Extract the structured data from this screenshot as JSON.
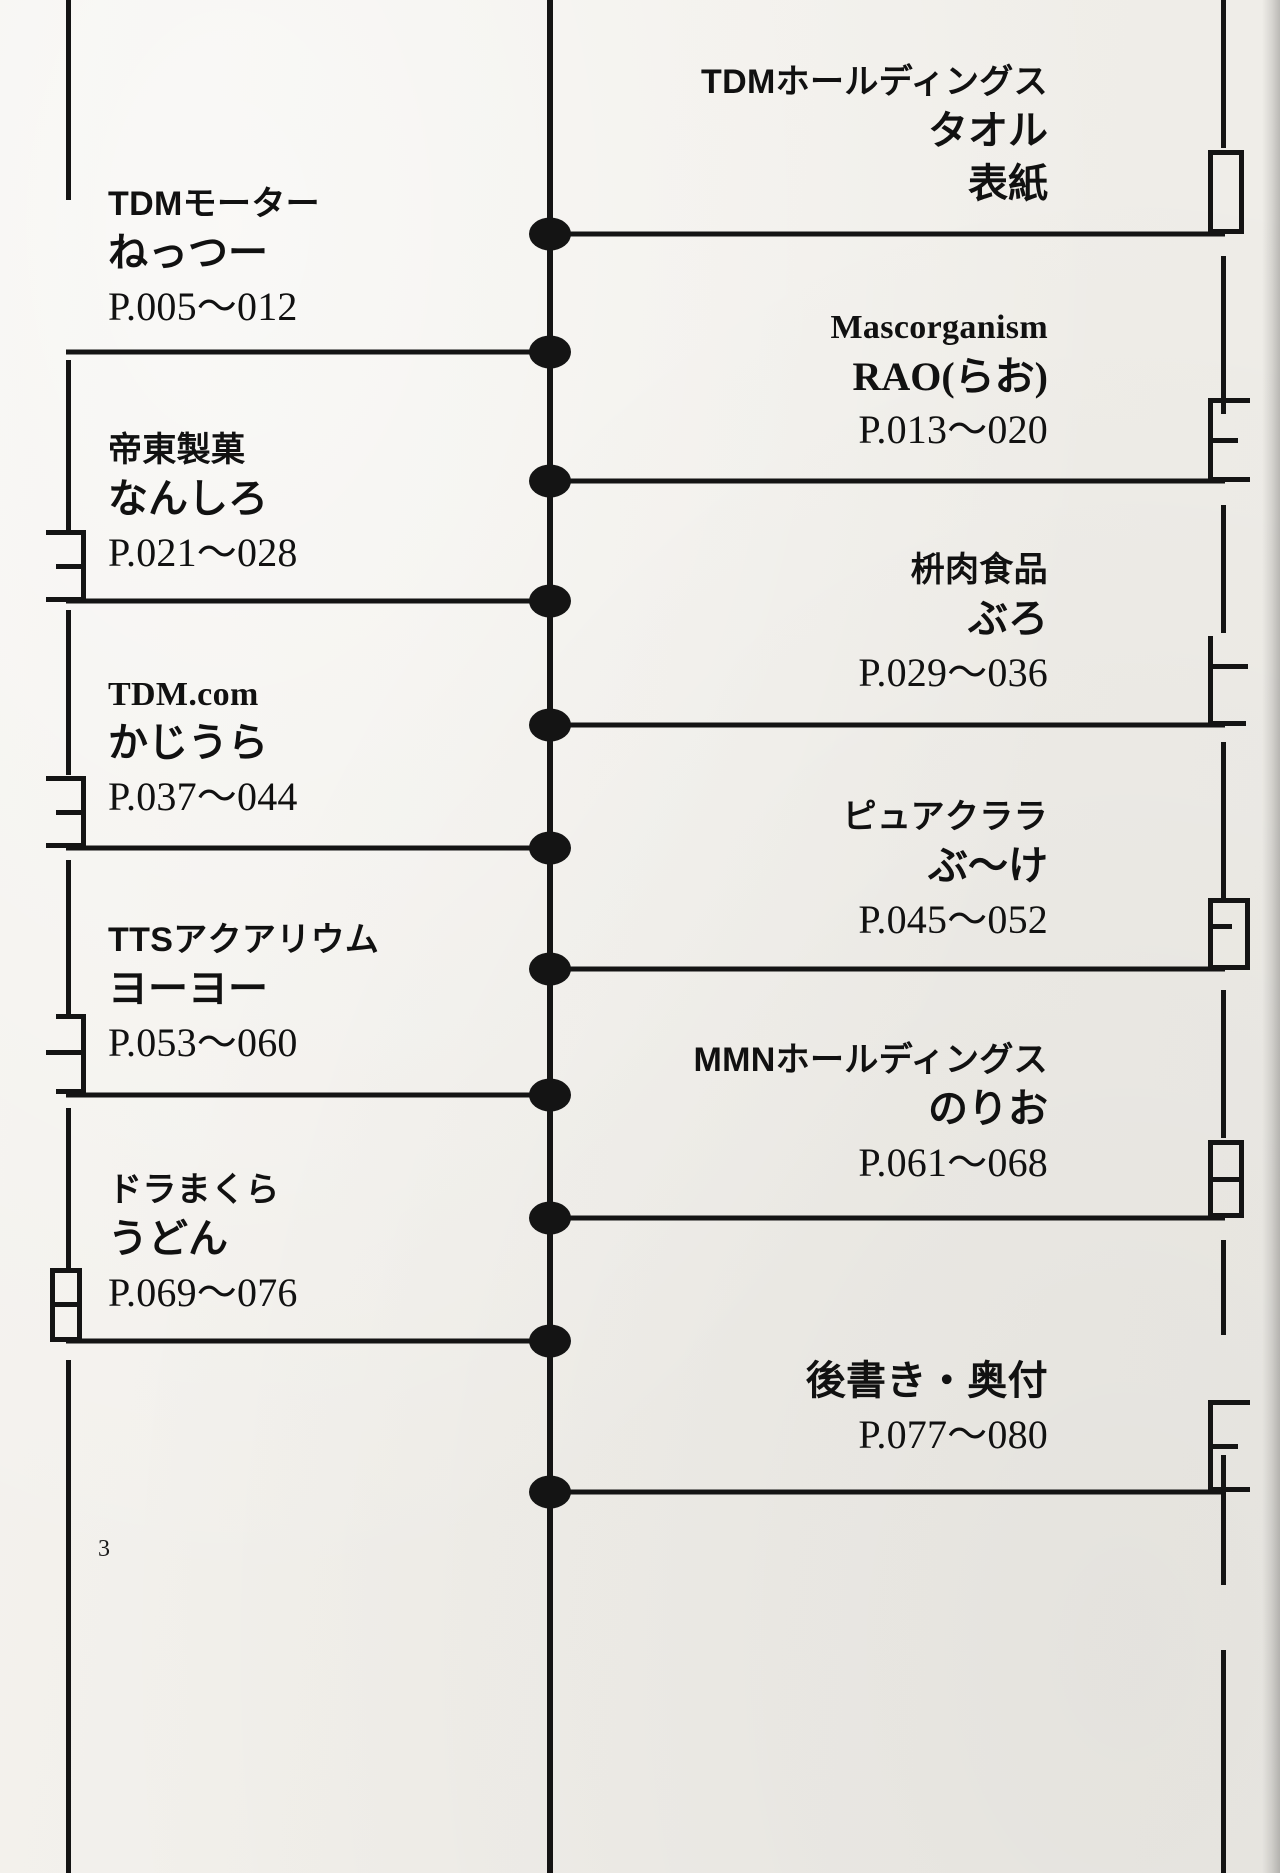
{
  "page": {
    "folio": "3",
    "kind": "table-of-contents-timeline",
    "ink_color": "#141414",
    "paper_color": "#f2f0ec"
  },
  "left_column": [
    {
      "org": "TDMモーター",
      "author": "ねっつー",
      "pages": "P.005〜012"
    },
    {
      "org": "帝東製菓",
      "author": "なんしろ",
      "pages": "P.021〜028"
    },
    {
      "org": "TDM.com",
      "author": "かじうら",
      "pages": "P.037〜044"
    },
    {
      "org": "TTSアクアリウム",
      "author": "ヨーヨー",
      "pages": "P.053〜060"
    },
    {
      "org": "ドラまくら",
      "author": "うどん",
      "pages": "P.069〜076"
    }
  ],
  "right_column": [
    {
      "org": "TDMホールディングス",
      "author": "タオル",
      "pages": "表紙"
    },
    {
      "org": "Mascorganism",
      "author": "RAO(らお)",
      "pages": "P.013〜020"
    },
    {
      "org": "枡肉食品",
      "author": "ぶろ",
      "pages": "P.029〜036"
    },
    {
      "org": "ピュアクララ",
      "author": "ぶ〜け",
      "pages": "P.045〜052"
    },
    {
      "org": "MMNホールディングス",
      "author": "のりお",
      "pages": "P.061〜068"
    },
    {
      "org": "後書き・奥付",
      "author": "",
      "pages": "P.077〜080"
    }
  ]
}
